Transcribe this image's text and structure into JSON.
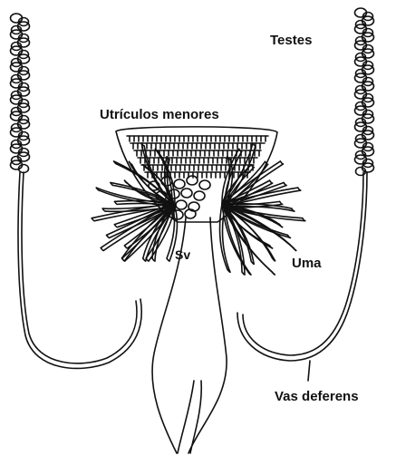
{
  "labels": {
    "testes": "Testes",
    "utriculos_menores": "Utrículos menores",
    "sv": "Sv",
    "uma": "Uma",
    "vas_deferens": "Vas deferens"
  },
  "colors": {
    "ink": "#111111",
    "background": "#ffffff"
  }
}
